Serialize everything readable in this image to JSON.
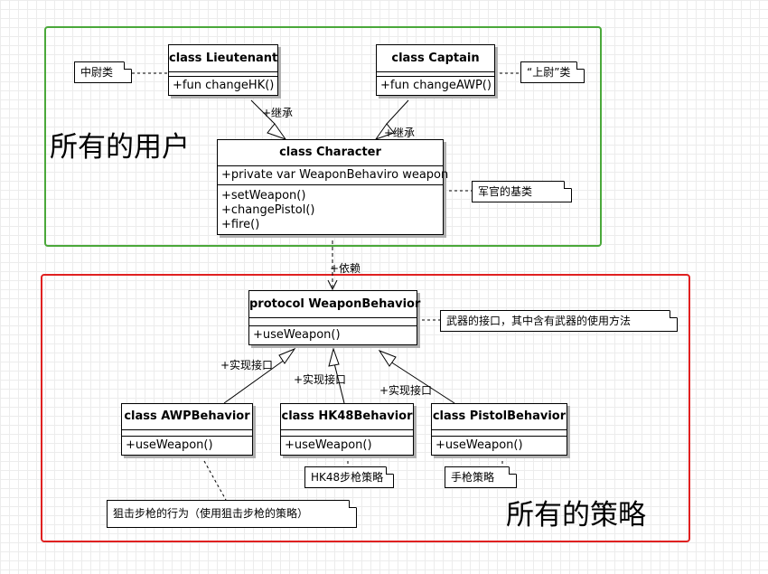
{
  "groups": {
    "users": "所有的用户",
    "strategies": "所有的策略"
  },
  "classes": {
    "lieutenant": {
      "name": "class Lieutenant",
      "methods": [
        "+fun changeHK()"
      ]
    },
    "captain": {
      "name": "class Captain",
      "methods": [
        "+fun changeAWP()"
      ]
    },
    "character": {
      "name": "class Character",
      "attributes": [
        "+private var WeaponBehaviro weapon"
      ],
      "methods": [
        "+setWeapon()",
        "+changePistol()",
        "+fire()"
      ]
    },
    "weapon_behavior": {
      "name": "protocol WeaponBehavior",
      "methods": [
        "+useWeapon()"
      ]
    },
    "awp": {
      "name": "class AWPBehavior",
      "methods": [
        "+useWeapon()"
      ]
    },
    "hk48": {
      "name": "class HK48Behavior",
      "methods": [
        "+useWeapon()"
      ]
    },
    "pistol": {
      "name": "class PistolBehavior",
      "methods": [
        "+useWeapon()"
      ]
    }
  },
  "notes": {
    "lieutenant": "中尉类",
    "captain": "“上尉”类",
    "character": "军官的基类",
    "weapon_behavior": "武器的接口，其中含有武器的使用方法",
    "awp": "狙击步枪的行为（使用狙击步枪的策略）",
    "hk48": "HK48步枪策略",
    "pistol": "手枪策略"
  },
  "relations": {
    "inherit_lieutenant": "+继承",
    "inherit_captain": "+继承",
    "depends": "+依赖",
    "impl_awp": "+实现接口",
    "impl_hk48": "+实现接口",
    "impl_pistol": "+实现接口"
  },
  "colors": {
    "users_border": "#4aa83a",
    "strategies_border": "#e02020"
  }
}
